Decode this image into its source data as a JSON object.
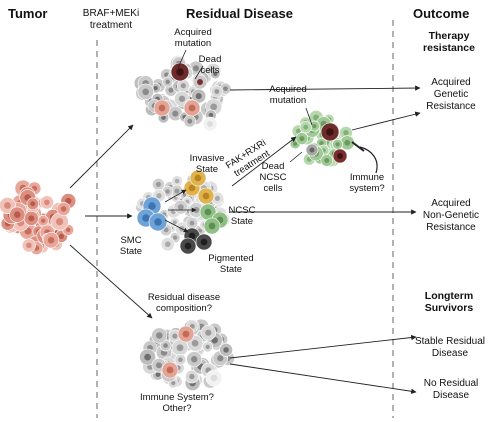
{
  "columns": {
    "tumor": "Tumor",
    "treatment": "BRAF+MEKi\ntreatment",
    "residual": "Residual Disease",
    "outcome": "Outcome"
  },
  "top": {
    "acquired_mutation": "Acquired\nmutation",
    "dead_cells": "Dead\ncells"
  },
  "middle": {
    "invasive": "Invasive\nState",
    "ncsc": "NCSC\nState",
    "smc": "SMC\nState",
    "pigmented": "Pigmented\nState",
    "fak_treatment": "FAK+RXRi\ntreatment",
    "acquired_mutation2": "Acquired\nmutation",
    "dead_ncsc": "Dead\nNCSC\ncells",
    "immune": "Immune\nsystem?"
  },
  "bottom": {
    "composition": "Residual disease\ncomposition?",
    "immune_other": "Immune System?\nOther?"
  },
  "outcome": {
    "therapy_resistance": "Therapy\nresistance",
    "acquired_genetic": "Acquired\nGenetic\nResistance",
    "acquired_nongenetic": "Acquired\nNon-Genetic\nResistance",
    "longterm": "Longterm\nSurvivors",
    "stable_residual": "Stable Residual\nDisease",
    "no_residual": "No Residual\nDisease"
  }
}
